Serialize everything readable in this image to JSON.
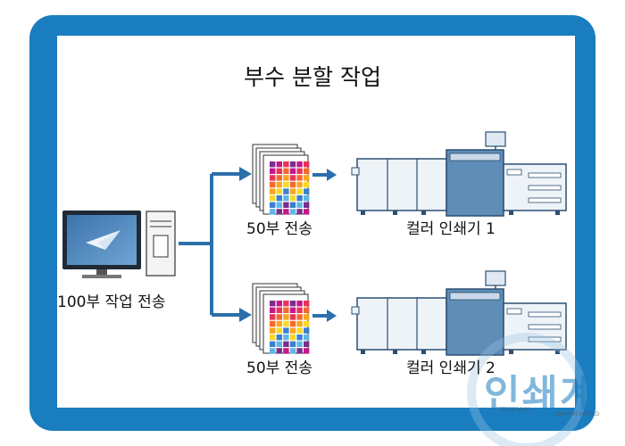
{
  "title": "부수 분할 작업",
  "source": {
    "label": "100부 작업 전송"
  },
  "branches": [
    {
      "send_label": "50부 전송",
      "printer_label": "컬러 인쇄기 1"
    },
    {
      "send_label": "50부 전송",
      "printer_label": "컬러 인쇄기 2"
    }
  ],
  "watermark": {
    "text": "인쇄계",
    "since": "Since 1969",
    "brand": "GRAPHICWORLD"
  },
  "colors": {
    "frame": "#1a7dc0",
    "arrow": "#2c6fab",
    "printer_body": "#c9d9ea",
    "printer_core": "#5f8db6"
  }
}
